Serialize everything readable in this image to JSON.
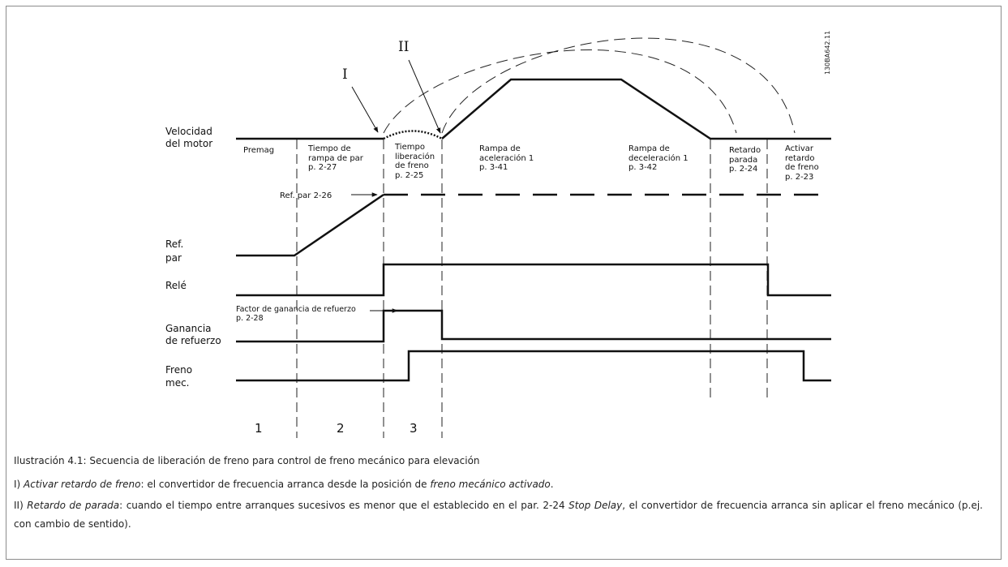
{
  "figure": {
    "code": "130BA642.11",
    "markers": {
      "I": "I",
      "II": "II"
    },
    "phases": [
      "1",
      "2",
      "3"
    ],
    "left_labels": {
      "speed_1": "Velocidad",
      "speed_2": "del motor",
      "ref_1": "Ref.",
      "ref_2": "par",
      "rele": "Relé",
      "gain_1": "Ganancia",
      "gain_2": "de refuerzo",
      "brake_1": "Freno",
      "brake_2": "mec."
    },
    "segments": {
      "premag": "Premag",
      "ramp_1": "Tiempo de",
      "ramp_2": "rampa de par",
      "ramp_3": "p. 2-27",
      "release_1": "Tiempo",
      "release_2": "liberación",
      "release_3": "de freno",
      "release_4": "p. 2-25",
      "accel_1": "Rampa de",
      "accel_2": "aceleración 1",
      "accel_3": "p. 3-41",
      "decel_1": "Rampa de",
      "decel_2": "deceleración 1",
      "decel_3": "p. 3-42",
      "stopdelay_1": "Retardo",
      "stopdelay_2": "parada",
      "stopdelay_3": "p. 2-24",
      "activate_1": "Activar",
      "activate_2": "retardo",
      "activate_3": "de freno",
      "activate_4": "p. 2-23"
    },
    "annotations": {
      "torque_ref": "Ref. par 2-26",
      "boost_1": "Factor de ganancia de refuerzo",
      "boost_2": "p. 2-28"
    }
  },
  "caption": "Ilustración 4.1: Secuencia de liberación de freno para control de freno mecánico para elevación",
  "note_I": {
    "prefix": "I) ",
    "term": "Activar retardo de freno",
    "text": ": el convertidor de frecuencia arranca desde la posición de ",
    "term2": "freno mecánico activado",
    "end": "."
  },
  "note_II": {
    "prefix": "II) ",
    "term": "Retardo de parada",
    "text": ": cuando el tiempo entre arranques sucesivos es menor que el establecido en el par. 2-24 ",
    "term2": "Stop Delay",
    "text2": ", el convertidor de frecuencia arranca sin aplicar el freno mecánico (p.ej. con cambio de sentido)."
  }
}
